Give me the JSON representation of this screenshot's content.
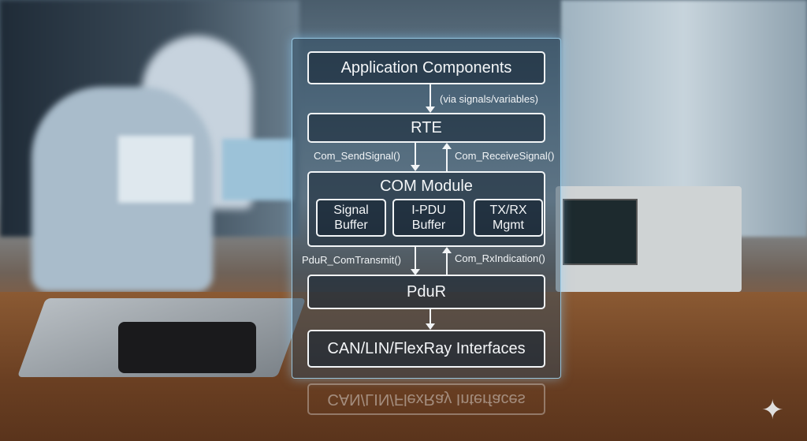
{
  "diagram": {
    "app_components": "Application Components",
    "via_label": "(via signals/variables)",
    "rte": "RTE",
    "com_send": "Com_SendSignal()",
    "com_receive": "Com_ReceiveSignal()",
    "com_module": "COM Module",
    "sub_boxes": [
      {
        "line1": "Signal",
        "line2": "Buffer"
      },
      {
        "line1": "I-PDU",
        "line2": "Buffer"
      },
      {
        "line1": "TX/RX",
        "line2": "Mgmt"
      }
    ],
    "pdur_transmit": "PduR_ComTransmit()",
    "com_rxindication": "Com_RxIndication()",
    "pdur": "PduR",
    "interfaces": "CAN/LIN/FlexRay Interfaces"
  },
  "watermark": "✦"
}
